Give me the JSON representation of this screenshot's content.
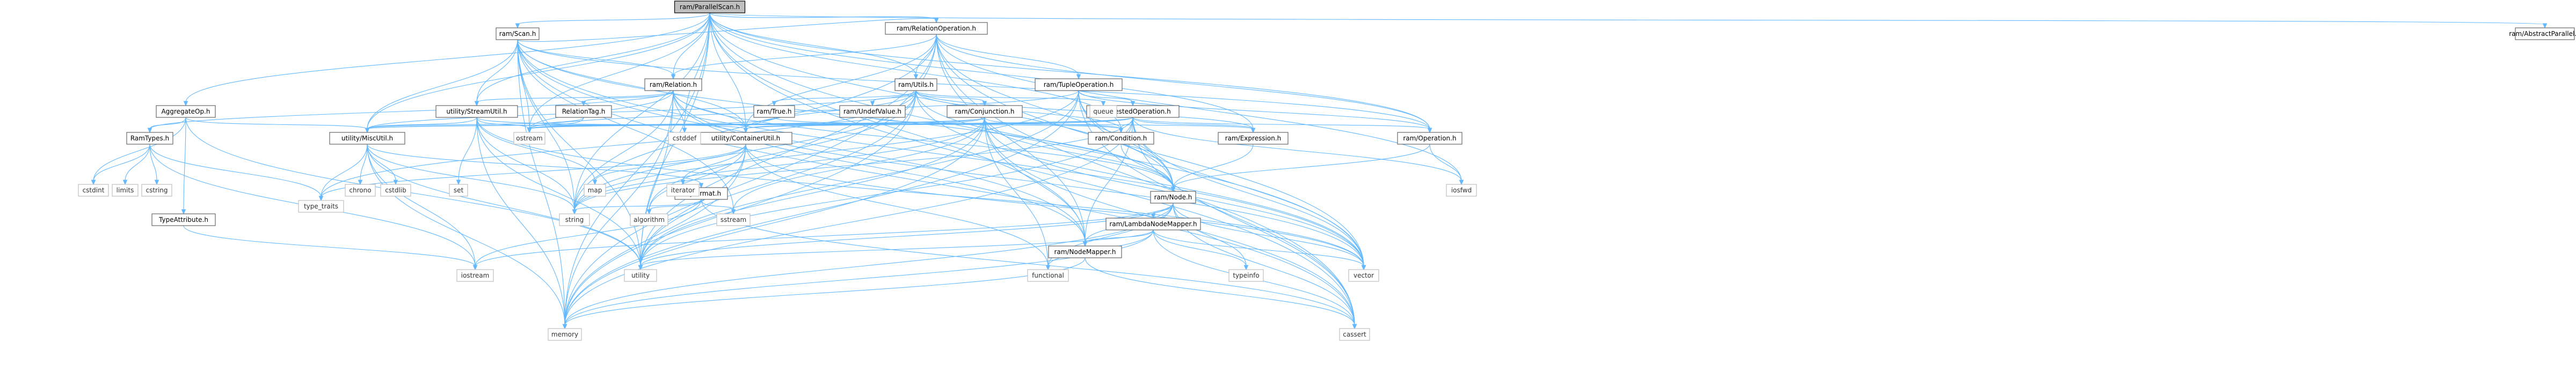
{
  "root": "ram/ParallelScan.h",
  "nodes": [
    {
      "id": "parallelscan",
      "label": "ram/ParallelScan.h",
      "kind": "root"
    },
    {
      "id": "scan",
      "label": "ram/Scan.h",
      "kind": "project"
    },
    {
      "id": "relop",
      "label": "ram/RelationOperation.h",
      "kind": "project"
    },
    {
      "id": "abspar",
      "label": "ram/AbstractParallel.h",
      "kind": "project"
    },
    {
      "id": "aggop",
      "label": "AggregateOp.h",
      "kind": "project"
    },
    {
      "id": "relation",
      "label": "ram/Relation.h",
      "kind": "project"
    },
    {
      "id": "utils",
      "label": "ram/Utils.h",
      "kind": "project"
    },
    {
      "id": "tupleop",
      "label": "ram/TupleOperation.h",
      "kind": "project"
    },
    {
      "id": "ramtypes",
      "label": "RamTypes.h",
      "kind": "project"
    },
    {
      "id": "streamutil",
      "label": "utility/StreamUtil.h",
      "kind": "project"
    },
    {
      "id": "reltag",
      "label": "RelationTag.h",
      "kind": "project"
    },
    {
      "id": "ramtrue",
      "label": "ram/True.h",
      "kind": "project"
    },
    {
      "id": "undef",
      "label": "ram/UndefValue.h",
      "kind": "project"
    },
    {
      "id": "conj",
      "label": "ram/Conjunction.h",
      "kind": "project"
    },
    {
      "id": "nested",
      "label": "ram/NestedOperation.h",
      "kind": "project"
    },
    {
      "id": "miscutil",
      "label": "utility/MiscUtil.h",
      "kind": "project"
    },
    {
      "id": "container",
      "label": "utility/ContainerUtil.h",
      "kind": "project"
    },
    {
      "id": "condition",
      "label": "ram/Condition.h",
      "kind": "project"
    },
    {
      "id": "expression",
      "label": "ram/Expression.h",
      "kind": "project"
    },
    {
      "id": "operation",
      "label": "ram/Operation.h",
      "kind": "project"
    },
    {
      "id": "typeattr",
      "label": "TypeAttribute.h",
      "kind": "project"
    },
    {
      "id": "tinyformat",
      "label": "tinyformat.h",
      "kind": "project"
    },
    {
      "id": "node",
      "label": "ram/Node.h",
      "kind": "project"
    },
    {
      "id": "lambda",
      "label": "ram/LambdaNodeMapper.h",
      "kind": "project"
    },
    {
      "id": "nodemapper",
      "label": "ram/NodeMapper.h",
      "kind": "project"
    },
    {
      "id": "cstddef",
      "label": "cstddef",
      "kind": "system"
    },
    {
      "id": "ostream",
      "label": "ostream",
      "kind": "system"
    },
    {
      "id": "queue",
      "label": "queue",
      "kind": "system"
    },
    {
      "id": "cstdint",
      "label": "cstdint",
      "kind": "system"
    },
    {
      "id": "limits",
      "label": "limits",
      "kind": "system"
    },
    {
      "id": "cstring",
      "label": "cstring",
      "kind": "system"
    },
    {
      "id": "typetraits",
      "label": "type_traits",
      "kind": "system"
    },
    {
      "id": "chrono",
      "label": "chrono",
      "kind": "system"
    },
    {
      "id": "cstdlib",
      "label": "cstdlib",
      "kind": "system"
    },
    {
      "id": "set",
      "label": "set",
      "kind": "system"
    },
    {
      "id": "map",
      "label": "map",
      "kind": "system"
    },
    {
      "id": "iterator",
      "label": "iterator",
      "kind": "system"
    },
    {
      "id": "iosfwd",
      "label": "iosfwd",
      "kind": "system"
    },
    {
      "id": "string",
      "label": "string",
      "kind": "system"
    },
    {
      "id": "algorithm",
      "label": "algorithm",
      "kind": "system"
    },
    {
      "id": "sstream",
      "label": "sstream",
      "kind": "system"
    },
    {
      "id": "iostream",
      "label": "iostream",
      "kind": "system"
    },
    {
      "id": "utility",
      "label": "utility",
      "kind": "system"
    },
    {
      "id": "functional",
      "label": "functional",
      "kind": "system"
    },
    {
      "id": "typeinfo",
      "label": "typeinfo",
      "kind": "system"
    },
    {
      "id": "vector",
      "label": "vector",
      "kind": "system"
    },
    {
      "id": "memory",
      "label": "memory",
      "kind": "system"
    },
    {
      "id": "cassert",
      "label": "cassert",
      "kind": "system"
    }
  ],
  "edges": [
    [
      "parallelscan",
      "scan"
    ],
    [
      "parallelscan",
      "relop"
    ],
    [
      "parallelscan",
      "abspar"
    ],
    [
      "parallelscan",
      "aggop"
    ],
    [
      "parallelscan",
      "relation"
    ],
    [
      "parallelscan",
      "utils"
    ],
    [
      "parallelscan",
      "streamutil"
    ],
    [
      "parallelscan",
      "miscutil"
    ],
    [
      "parallelscan",
      "container"
    ],
    [
      "parallelscan",
      "condition"
    ],
    [
      "parallelscan",
      "expression"
    ],
    [
      "parallelscan",
      "operation"
    ],
    [
      "parallelscan",
      "node"
    ],
    [
      "parallelscan",
      "nodemapper"
    ],
    [
      "parallelscan",
      "cstddef"
    ],
    [
      "parallelscan",
      "ostream"
    ],
    [
      "parallelscan",
      "utility"
    ],
    [
      "parallelscan",
      "vector"
    ],
    [
      "parallelscan",
      "memory"
    ],
    [
      "parallelscan",
      "cassert"
    ],
    [
      "parallelscan",
      "string"
    ],
    [
      "scan",
      "relop"
    ],
    [
      "scan",
      "relation"
    ],
    [
      "scan",
      "streamutil"
    ],
    [
      "scan",
      "miscutil"
    ],
    [
      "scan",
      "container"
    ],
    [
      "scan",
      "operation"
    ],
    [
      "scan",
      "node"
    ],
    [
      "scan",
      "nodemapper"
    ],
    [
      "scan",
      "ostream"
    ],
    [
      "scan",
      "string"
    ],
    [
      "scan",
      "utility"
    ],
    [
      "scan",
      "memory"
    ],
    [
      "scan",
      "vector"
    ],
    [
      "scan",
      "cassert"
    ],
    [
      "scan",
      "sstream"
    ],
    [
      "relop",
      "relation"
    ],
    [
      "relop",
      "tupleop"
    ],
    [
      "relop",
      "utils"
    ],
    [
      "relop",
      "container"
    ],
    [
      "relop",
      "node"
    ],
    [
      "relop",
      "operation"
    ],
    [
      "relop",
      "nodemapper"
    ],
    [
      "relop",
      "utility"
    ],
    [
      "relop",
      "string"
    ],
    [
      "relop",
      "vector"
    ],
    [
      "relop",
      "memory"
    ],
    [
      "relop",
      "cassert"
    ],
    [
      "relop",
      "iosfwd"
    ],
    [
      "aggop",
      "ramtypes"
    ],
    [
      "aggop",
      "typeattr"
    ],
    [
      "aggop",
      "miscutil"
    ],
    [
      "aggop",
      "cstdint"
    ],
    [
      "aggop",
      "utility"
    ],
    [
      "relation",
      "reltag"
    ],
    [
      "relation",
      "ramtypes"
    ],
    [
      "relation",
      "streamutil"
    ],
    [
      "relation",
      "container"
    ],
    [
      "relation",
      "node"
    ],
    [
      "relation",
      "nodemapper"
    ],
    [
      "relation",
      "cstddef"
    ],
    [
      "relation",
      "ostream"
    ],
    [
      "relation",
      "string"
    ],
    [
      "relation",
      "utility"
    ],
    [
      "relation",
      "vector"
    ],
    [
      "relation",
      "memory"
    ],
    [
      "utils",
      "ramtrue"
    ],
    [
      "utils",
      "undef"
    ],
    [
      "utils",
      "conj"
    ],
    [
      "utils",
      "condition"
    ],
    [
      "utils",
      "expression"
    ],
    [
      "utils",
      "node"
    ],
    [
      "utils",
      "miscutil"
    ],
    [
      "utils",
      "container"
    ],
    [
      "utils",
      "queue"
    ],
    [
      "utils",
      "algorithm"
    ],
    [
      "utils",
      "utility"
    ],
    [
      "utils",
      "memory"
    ],
    [
      "utils",
      "vector"
    ],
    [
      "utils",
      "string"
    ],
    [
      "utils",
      "typetraits"
    ],
    [
      "tupleop",
      "nested"
    ],
    [
      "tupleop",
      "operation"
    ],
    [
      "tupleop",
      "node"
    ],
    [
      "tupleop",
      "vector"
    ],
    [
      "tupleop",
      "ostream"
    ],
    [
      "tupleop",
      "string"
    ],
    [
      "tupleop",
      "utility"
    ],
    [
      "tupleop",
      "memory"
    ],
    [
      "tupleop",
      "cassert"
    ],
    [
      "ramtypes",
      "cstdint"
    ],
    [
      "ramtypes",
      "limits"
    ],
    [
      "ramtypes",
      "cstring"
    ],
    [
      "ramtypes",
      "typetraits"
    ],
    [
      "ramtypes",
      "iostream"
    ],
    [
      "streamutil",
      "miscutil"
    ],
    [
      "streamutil",
      "container"
    ],
    [
      "streamutil",
      "ostream"
    ],
    [
      "streamutil",
      "set"
    ],
    [
      "streamutil",
      "map"
    ],
    [
      "streamutil",
      "string"
    ],
    [
      "streamutil",
      "utility"
    ],
    [
      "streamutil",
      "vector"
    ],
    [
      "streamutil",
      "memory"
    ],
    [
      "reltag",
      "miscutil"
    ],
    [
      "reltag",
      "ostream"
    ],
    [
      "ramtrue",
      "condition"
    ],
    [
      "ramtrue",
      "ostream"
    ],
    [
      "undef",
      "expression"
    ],
    [
      "undef",
      "ostream"
    ],
    [
      "conj",
      "condition"
    ],
    [
      "conj",
      "node"
    ],
    [
      "conj",
      "nodemapper"
    ],
    [
      "conj",
      "miscutil"
    ],
    [
      "conj",
      "container"
    ],
    [
      "conj",
      "ostream"
    ],
    [
      "conj",
      "sstream"
    ],
    [
      "conj",
      "utility"
    ],
    [
      "conj",
      "memory"
    ],
    [
      "conj",
      "vector"
    ],
    [
      "conj",
      "functional"
    ],
    [
      "conj",
      "string"
    ],
    [
      "conj",
      "cassert"
    ],
    [
      "nested",
      "operation"
    ],
    [
      "nested",
      "condition"
    ],
    [
      "nested",
      "expression"
    ],
    [
      "nested",
      "node"
    ],
    [
      "nested",
      "nodemapper"
    ],
    [
      "nested",
      "miscutil"
    ],
    [
      "nested",
      "container"
    ],
    [
      "nested",
      "vector"
    ],
    [
      "nested",
      "iosfwd"
    ],
    [
      "nested",
      "ostream"
    ],
    [
      "nested",
      "string"
    ],
    [
      "nested",
      "utility"
    ],
    [
      "nested",
      "memory"
    ],
    [
      "nested",
      "cassert"
    ],
    [
      "miscutil",
      "tinyformat"
    ],
    [
      "miscutil",
      "typetraits"
    ],
    [
      "miscutil",
      "chrono"
    ],
    [
      "miscutil",
      "cstdlib"
    ],
    [
      "miscutil",
      "iostream"
    ],
    [
      "miscutil",
      "utility"
    ],
    [
      "miscutil",
      "memory"
    ],
    [
      "miscutil",
      "string"
    ],
    [
      "container",
      "functional"
    ],
    [
      "container",
      "iterator"
    ],
    [
      "container",
      "map"
    ],
    [
      "container",
      "algorithm"
    ],
    [
      "container",
      "utility"
    ],
    [
      "container",
      "vector"
    ],
    [
      "container",
      "memory"
    ],
    [
      "container",
      "typetraits"
    ],
    [
      "condition",
      "node"
    ],
    [
      "expression",
      "node"
    ],
    [
      "operation",
      "node"
    ],
    [
      "operation",
      "iosfwd"
    ],
    [
      "typeattr",
      "iostream"
    ],
    [
      "tinyformat",
      "algorithm"
    ],
    [
      "tinyformat",
      "sstream"
    ],
    [
      "tinyformat",
      "string"
    ],
    [
      "tinyformat",
      "iostream"
    ],
    [
      "tinyformat",
      "cassert"
    ],
    [
      "node",
      "lambda"
    ],
    [
      "node",
      "nodemapper"
    ],
    [
      "node",
      "utility"
    ],
    [
      "node",
      "functional"
    ],
    [
      "node",
      "typeinfo"
    ],
    [
      "node",
      "vector"
    ],
    [
      "node",
      "iostream"
    ],
    [
      "node",
      "memory"
    ],
    [
      "node",
      "cassert"
    ],
    [
      "lambda",
      "nodemapper"
    ],
    [
      "lambda",
      "functional"
    ],
    [
      "lambda",
      "typeinfo"
    ],
    [
      "lambda",
      "memory"
    ],
    [
      "lambda",
      "cassert"
    ],
    [
      "lambda",
      "utility"
    ],
    [
      "lambda",
      "vector"
    ],
    [
      "nodemapper",
      "memory"
    ],
    [
      "nodemapper",
      "cassert"
    ]
  ]
}
